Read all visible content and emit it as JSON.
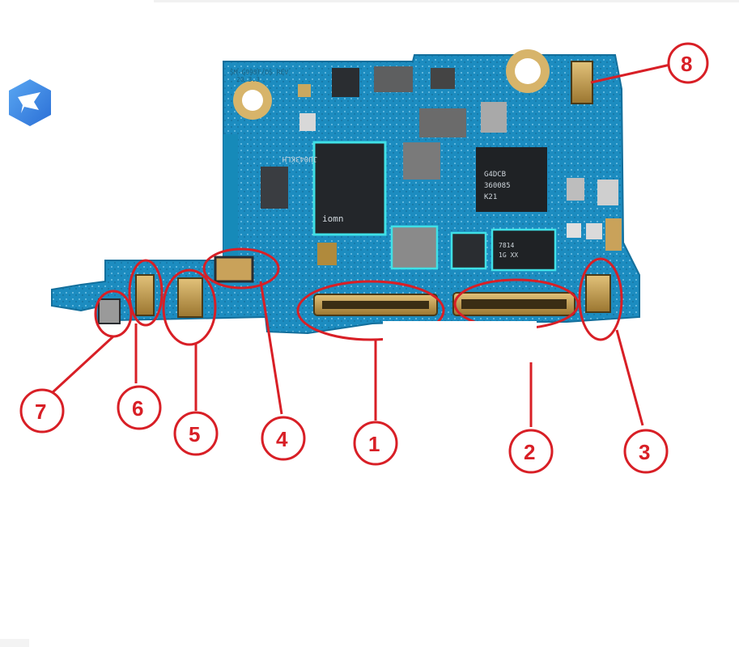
{
  "image": {
    "subject": "smartphone-motherboard",
    "colors": {
      "board": "#1c8cc0",
      "board_dark": "#136f9c",
      "callout": "#d81f26",
      "highlight": "#3fe0e6",
      "gold": "#c8a04a",
      "chip": "#2a2d31"
    }
  },
  "chip_labels": {
    "memory": "JU043KLH",
    "memory_brand": "iomn",
    "soc_line1": "G4DCB",
    "soc_line2": "360085",
    "soc_line3": "K21",
    "small_chip": "7814",
    "small_chip2": "1G XX",
    "board_code": "SM-G998F/DS REV",
    "board_code2": "20 3.3"
  },
  "callouts": [
    {
      "id": "1",
      "label": "1"
    },
    {
      "id": "2",
      "label": "2"
    },
    {
      "id": "3",
      "label": "3"
    },
    {
      "id": "4",
      "label": "4"
    },
    {
      "id": "5",
      "label": "5"
    },
    {
      "id": "6",
      "label": "6"
    },
    {
      "id": "7",
      "label": "7"
    },
    {
      "id": "8",
      "label": "8"
    }
  ]
}
